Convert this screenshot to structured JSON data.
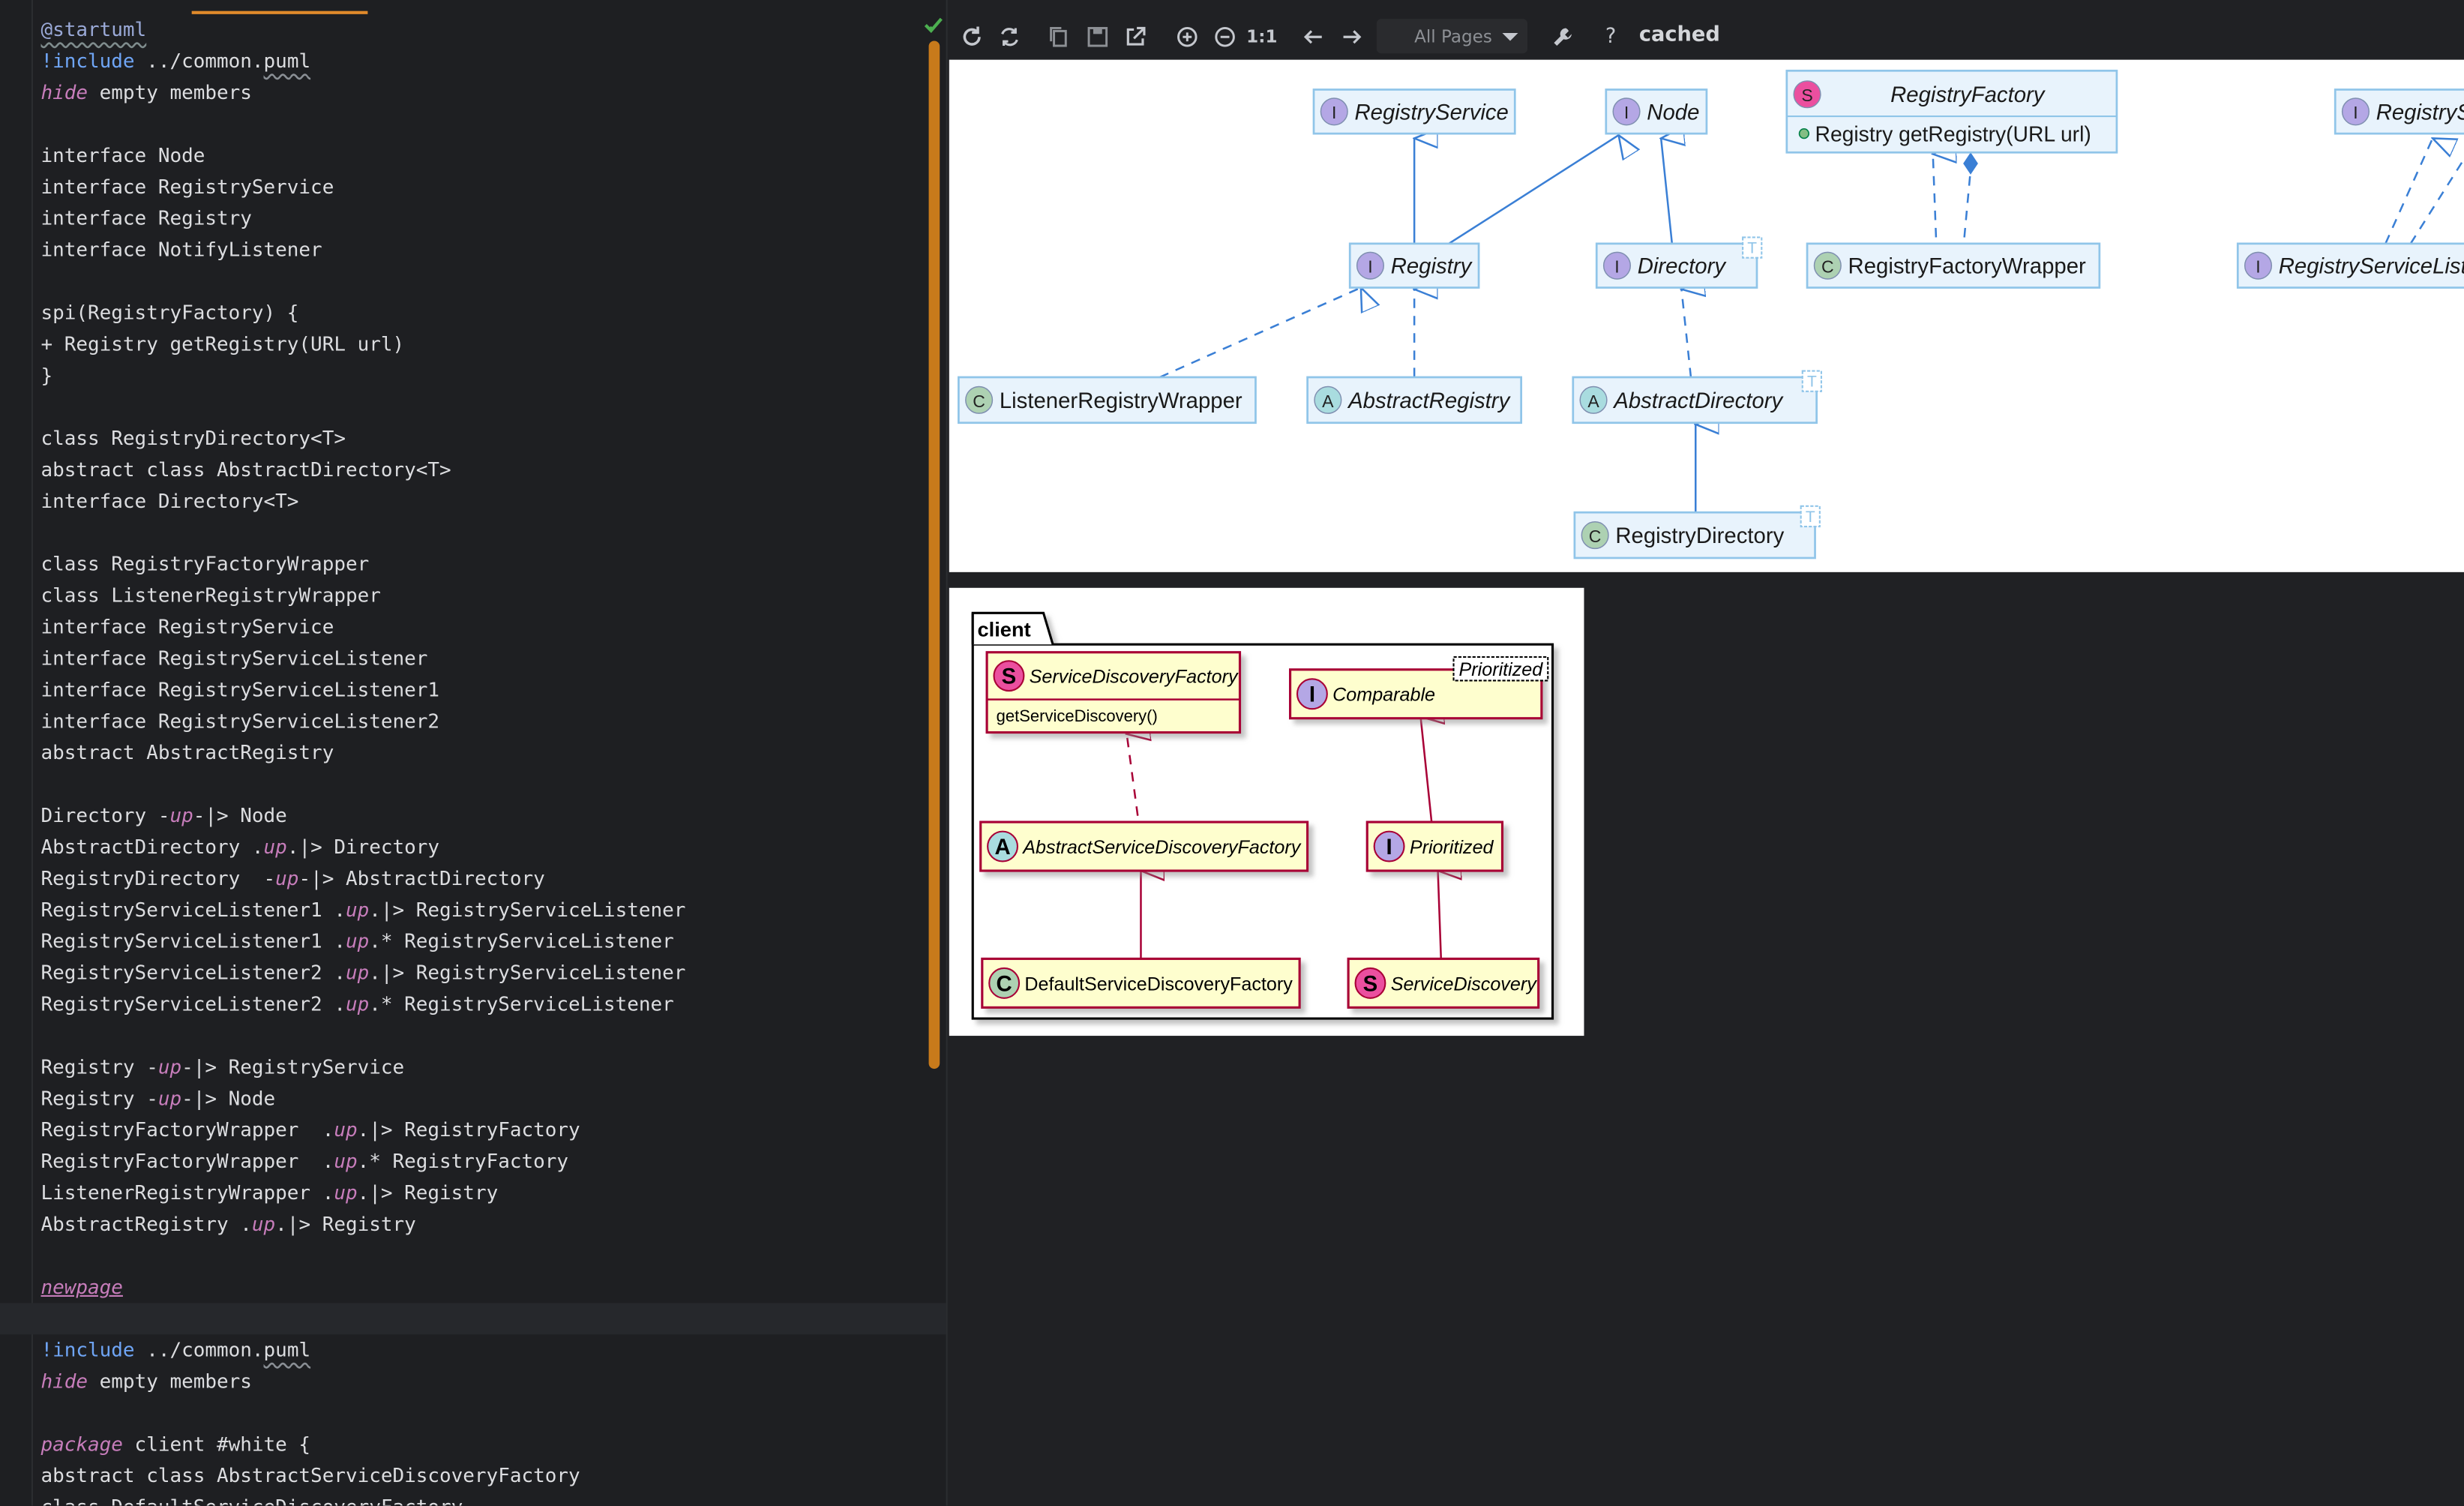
{
  "editor": {
    "lines": [
      [
        {
          "t": "@startuml",
          "c": "k-start"
        }
      ],
      [
        {
          "t": "!include",
          "c": "k-inc"
        },
        {
          "t": " ../common."
        },
        {
          "t": "puml",
          "c": "u-wavy"
        }
      ],
      [
        {
          "t": "hide",
          "c": "k-kw"
        },
        {
          "t": " empty members"
        }
      ],
      [],
      [
        {
          "t": "interface Node"
        }
      ],
      [
        {
          "t": "interface RegistryService"
        }
      ],
      [
        {
          "t": "interface Registry"
        }
      ],
      [
        {
          "t": "interface NotifyListener"
        }
      ],
      [],
      [
        {
          "t": "spi(RegistryFactory) {"
        }
      ],
      [
        {
          "t": "+ Registry getRegistry(URL url)"
        }
      ],
      [
        {
          "t": "}"
        }
      ],
      [],
      [
        {
          "t": "class RegistryDirectory<T>"
        }
      ],
      [
        {
          "t": "abstract class AbstractDirectory<T>"
        }
      ],
      [
        {
          "t": "interface Directory<T>"
        }
      ],
      [],
      [
        {
          "t": "class RegistryFactoryWrapper"
        }
      ],
      [
        {
          "t": "class ListenerRegistryWrapper"
        }
      ],
      [
        {
          "t": "interface RegistryService"
        }
      ],
      [
        {
          "t": "interface RegistryServiceListener"
        }
      ],
      [
        {
          "t": "interface RegistryServiceListener1"
        }
      ],
      [
        {
          "t": "interface RegistryServiceListener2"
        }
      ],
      [
        {
          "t": "abstract AbstractRegistry"
        }
      ],
      [],
      [
        {
          "t": "Directory -"
        },
        {
          "t": "up",
          "c": "k-ar"
        },
        {
          "t": "-|> Node"
        }
      ],
      [
        {
          "t": "AbstractDirectory ."
        },
        {
          "t": "up",
          "c": "k-ar"
        },
        {
          "t": ".|> Directory"
        }
      ],
      [
        {
          "t": "RegistryDirectory  -"
        },
        {
          "t": "up",
          "c": "k-ar"
        },
        {
          "t": "-|> AbstractDirectory"
        }
      ],
      [
        {
          "t": "RegistryServiceListener1 ."
        },
        {
          "t": "up",
          "c": "k-ar"
        },
        {
          "t": ".|> RegistryServiceListener"
        }
      ],
      [
        {
          "t": "RegistryServiceListener1 ."
        },
        {
          "t": "up",
          "c": "k-ar"
        },
        {
          "t": ".* RegistryServiceListener"
        }
      ],
      [
        {
          "t": "RegistryServiceListener2 ."
        },
        {
          "t": "up",
          "c": "k-ar"
        },
        {
          "t": ".|> RegistryServiceListener"
        }
      ],
      [
        {
          "t": "RegistryServiceListener2 ."
        },
        {
          "t": "up",
          "c": "k-ar"
        },
        {
          "t": ".* RegistryServiceListener"
        }
      ],
      [],
      [
        {
          "t": "Registry -"
        },
        {
          "t": "up",
          "c": "k-ar"
        },
        {
          "t": "-|> RegistryService"
        }
      ],
      [
        {
          "t": "Registry -"
        },
        {
          "t": "up",
          "c": "k-ar"
        },
        {
          "t": "-|> Node"
        }
      ],
      [
        {
          "t": "RegistryFactoryWrapper  ."
        },
        {
          "t": "up",
          "c": "k-ar"
        },
        {
          "t": ".|> RegistryFactory"
        }
      ],
      [
        {
          "t": "RegistryFactoryWrapper  ."
        },
        {
          "t": "up",
          "c": "k-ar"
        },
        {
          "t": ".* RegistryFactory"
        }
      ],
      [
        {
          "t": "ListenerRegistryWrapper ."
        },
        {
          "t": "up",
          "c": "k-ar"
        },
        {
          "t": ".|> Registry"
        }
      ],
      [
        {
          "t": "AbstractRegistry ."
        },
        {
          "t": "up",
          "c": "k-ar"
        },
        {
          "t": ".|> Registry"
        }
      ],
      [],
      [
        {
          "t": "newpage",
          "c": "k-nw"
        }
      ],
      [],
      [
        {
          "t": "!include",
          "c": "k-inc"
        },
        {
          "t": " ../common."
        },
        {
          "t": "puml",
          "c": "u-wavy"
        }
      ],
      [
        {
          "t": "hide",
          "c": "k-kw"
        },
        {
          "t": " empty members"
        }
      ],
      [],
      [
        {
          "t": "package",
          "c": "k-kw"
        },
        {
          "t": " client #white {"
        }
      ],
      [
        {
          "t": "abstract class AbstractServiceDiscoveryFactory"
        }
      ],
      [
        {
          "t": "class DefaultServiceDiscoveryFactory"
        }
      ]
    ],
    "highlighted_line": 41
  },
  "toolbar": {
    "page_select": "All Pages",
    "zoom_reset": "1:1",
    "help": "?",
    "status": "cached",
    "icons": [
      "refresh-icon",
      "reload-icon",
      "copy-icon",
      "save-icon",
      "open-external-icon",
      "zoom-in-icon",
      "zoom-out-icon",
      "back-arrow-icon",
      "forward-arrow-icon",
      "settings-wrench-icon",
      "help-icon"
    ]
  },
  "diagram1": {
    "nodes": [
      {
        "name": "RegistryService",
        "stereo": "I",
        "italic": true
      },
      {
        "name": "Node",
        "stereo": "I",
        "italic": true
      },
      {
        "name": "RegistryFactory",
        "stereo": "S",
        "italic": true,
        "member": "Registry getRegistry(URL url)"
      },
      {
        "name": "RegistryS",
        "stereo": "I",
        "italic": true
      },
      {
        "name": "Registry",
        "stereo": "I",
        "italic": true
      },
      {
        "name": "Directory",
        "stereo": "I",
        "italic": true,
        "generic": "T"
      },
      {
        "name": "RegistryFactoryWrapper",
        "stereo": "C",
        "italic": false
      },
      {
        "name": "RegistryServiceList",
        "stereo": "I",
        "italic": true
      },
      {
        "name": "ListenerRegistryWrapper",
        "stereo": "C",
        "italic": false
      },
      {
        "name": "AbstractRegistry",
        "stereo": "A",
        "italic": true
      },
      {
        "name": "AbstractDirectory",
        "stereo": "A",
        "italic": true,
        "generic": "T"
      },
      {
        "name": "RegistryDirectory",
        "stereo": "C",
        "italic": false,
        "generic": "T"
      }
    ]
  },
  "diagram2": {
    "package": "client",
    "nodes": [
      {
        "name": "ServiceDiscoveryFactory",
        "stereo": "S",
        "member": "getServiceDiscovery()"
      },
      {
        "name": "Comparable",
        "stereo": "I",
        "generic": "Prioritized"
      },
      {
        "name": "AbstractServiceDiscoveryFactory",
        "stereo": "A"
      },
      {
        "name": "Prioritized",
        "stereo": "I"
      },
      {
        "name": "DefaultServiceDiscoveryFactory",
        "stereo": "C"
      },
      {
        "name": "ServiceDiscovery",
        "stereo": "S"
      }
    ]
  },
  "colors": {
    "stereo_I": "#b4a7e5",
    "stereo_S": "#eb4f9f",
    "stereo_C": "#add1b2",
    "stereo_A": "#a9dcdf",
    "d1_border": "#90c5e9",
    "d1_fill": "#e8f3fc",
    "d1_line": "#3a7fd5",
    "d2_border": "#a80036",
    "d2_fill": "#fefece"
  }
}
